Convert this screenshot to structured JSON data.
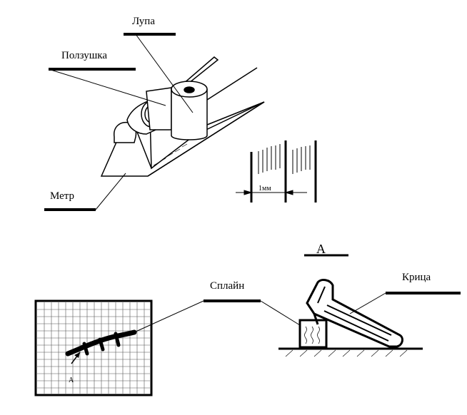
{
  "labels": {
    "loupe": "Лупа",
    "slider": "Ползушка",
    "meter": "Метр",
    "spline": "Сплайн",
    "lid": "Крица",
    "view_a": "А",
    "detail_a": "А",
    "scale_1mm": "1мм"
  },
  "colors": {
    "ink": "#000000",
    "paper": "#ffffff",
    "grid": "#444444"
  }
}
